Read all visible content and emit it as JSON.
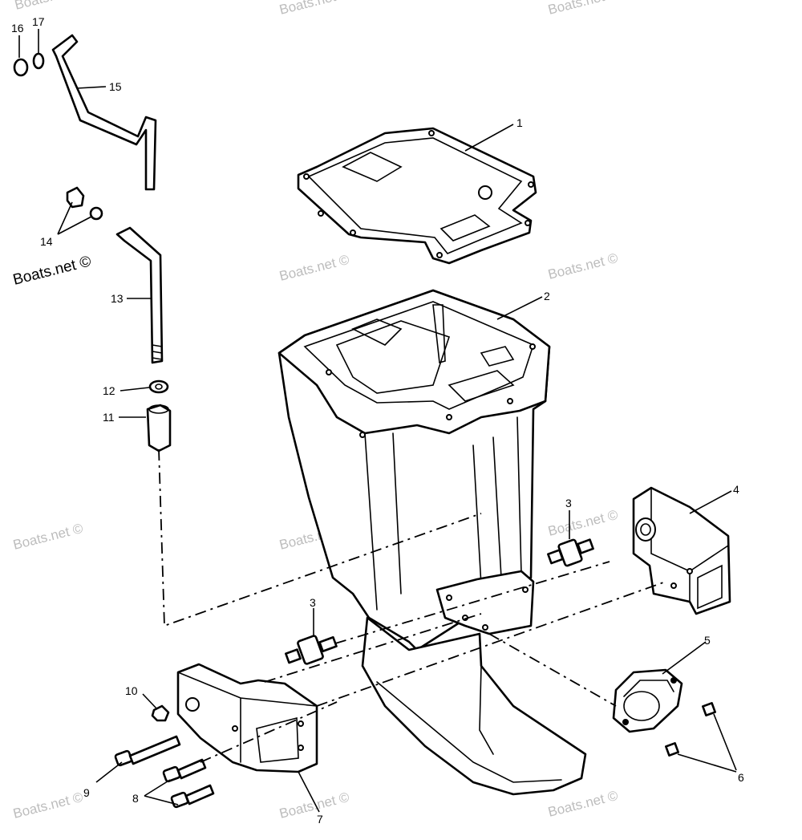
{
  "diagram": {
    "watermark": "Boats.net ©",
    "watermark_main": "Boats.net ©",
    "colors": {
      "line": "#000000",
      "watermark": "#bdbdbd",
      "background": "#ffffff"
    },
    "labels": {
      "l1": "1",
      "l2": "2",
      "l3a": "3",
      "l3b": "3",
      "l4": "4",
      "l5": "5",
      "l6": "6",
      "l7": "7",
      "l8": "8",
      "l9": "9",
      "l10": "10",
      "l11": "11",
      "l12": "12",
      "l13": "13",
      "l14": "14",
      "l15": "15",
      "l16": "16",
      "l17": "17"
    }
  }
}
